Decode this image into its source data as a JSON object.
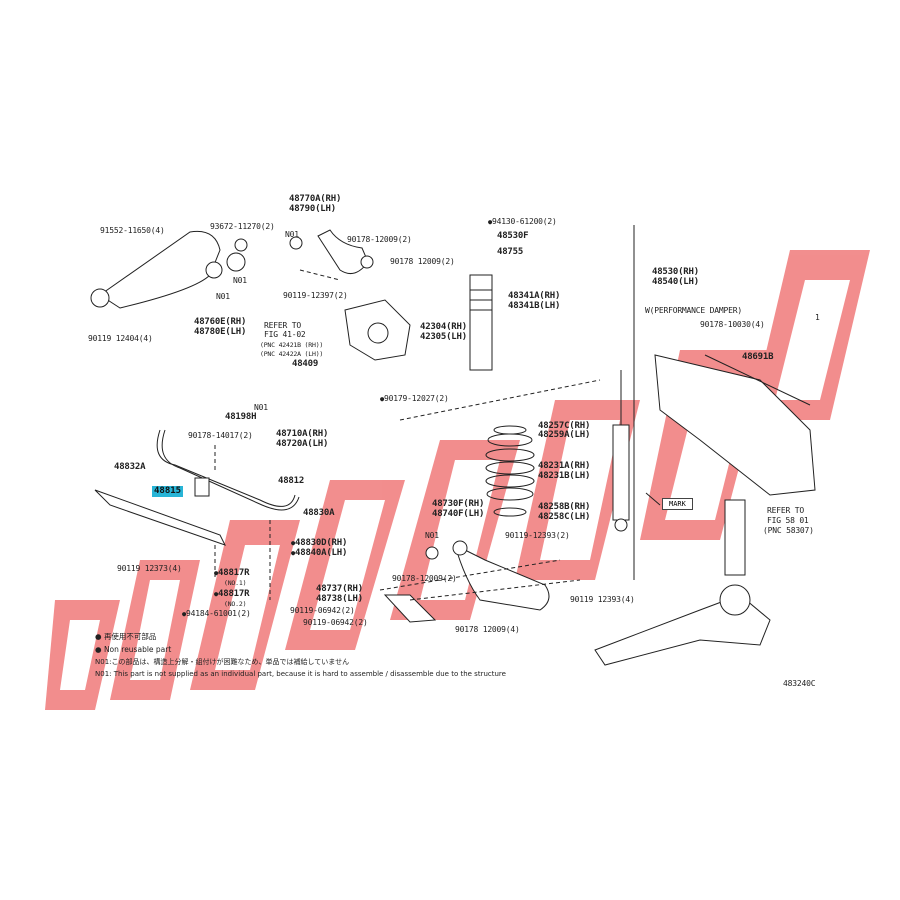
{
  "watermark": {
    "color": "#f07a7a"
  },
  "labels": {
    "p91552": "91552-11650(4)",
    "p93672": "93672-11270(2)",
    "p48770": "48770A(RH)",
    "p48790": "48790(LH)",
    "pN01a": "N01",
    "p90178_12009_2a": "90178-12009(2)",
    "p90178_12009_2b": "90178 12009(2)",
    "pN01b": "N01",
    "pN01c": "N01",
    "p48760": "48760E(RH)",
    "p48780": "48780E(LH)",
    "p90119_12404": "90119 12404(4)",
    "p90119_12397": "90119-12397(2)",
    "refer1": "REFER TO",
    "refer2": "FIG 41-02",
    "refer3": "(PNC 42421B (RH))",
    "refer4": "(PNC 42422A (LH))",
    "p48409": "48409",
    "p42304": "42304(RH)",
    "p42305": "42305(LH)",
    "p94130": "94130-61200(2)",
    "p48530F": "48530F",
    "p48755": "48755",
    "p48341A": "48341A(RH)",
    "p48341B": "48341B(LH)",
    "p48530": "48530(RH)",
    "p48540": "48540(LH)",
    "wperf": "W(PERFORMANCE DAMPER)",
    "p90178_10030": "90178-10030(4)",
    "p48691B": "48691B",
    "p90179_12027": "90179-12027(2)",
    "p48198H": "48198H",
    "pN01d": "N01",
    "p90178_14017": "90178-14017(2)",
    "p48710A": "48710A(RH)",
    "p48720A": "48720A(LH)",
    "p48257C": "48257C(RH)",
    "p48259A": "48259A(LH)",
    "p48231A": "48231A(RH)",
    "p48231B": "48231B(LH)",
    "p48832A": "48832A",
    "p48812": "48812",
    "p48815": "48815",
    "p48830A": "48830A",
    "p48830D": "48830D(RH)",
    "p48840A": "48840A(LH)",
    "p48730F": "48730F(RH)",
    "p48740F": "48740F(LH)",
    "pN01e": "N01",
    "p48258B": "48258B(RH)",
    "p48258C": "48258C(LH)",
    "p90119_12393_2": "90119-12393(2)",
    "mark": "MARK",
    "refer5": "REFER TO",
    "refer6": "FIG 58 01",
    "refer7": "(PNC 58307)",
    "p90119_12373": "90119 12373(4)",
    "p48817R_a": "48817R",
    "no1": "(NO.1)",
    "p48817R_b": "48817R",
    "no2": "(NO.2)",
    "p94184": "94184-61001(2)",
    "p90178_12009_2c": "90178-12009(2)",
    "p48737": "48737(RH)",
    "p48738": "48738(LH)",
    "p90119_06942a": "90119-06942(2)",
    "p90119_06942b": "90119-06942(2)",
    "p90178_12009_4": "90178 12009(4)",
    "p90119_12393_4": "90119 12393(4)",
    "figcode": "483240C",
    "one": "1"
  },
  "legend": {
    "l1": "再使用不可部品",
    "l2": "Non reusable part",
    "l3": "N01:この部品は、構造上分解・組付けが困難なため、単品では補給していません",
    "l4": "N01: This part is not supplied as an individual part, because it is hard to assemble / disassemble due to the structure"
  }
}
